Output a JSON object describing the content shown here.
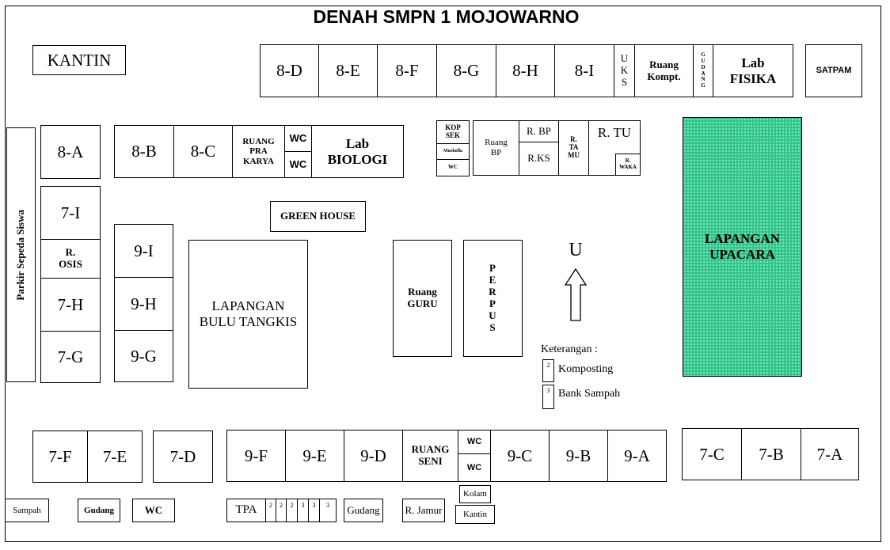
{
  "title": "DENAH SMPN 1 MOJOWARNO",
  "kantin_top": "KANTIN",
  "satpam": "SATPAM",
  "parkir": "Parkir Sepeda Siswa",
  "top_row": {
    "r8d": "8-D",
    "r8e": "8-E",
    "r8f": "8-F",
    "r8g": "8-G",
    "r8h": "8-H",
    "r8i": "8-I",
    "uks": "U\nK\nS",
    "ruang_kompt": "Ruang\nKompt.",
    "gudang": "G\nU\nD\nA\nN\nG",
    "lab_fisika": "Lab\nFISIKA"
  },
  "row2": {
    "r8a": "8-A",
    "r8b": "8-B",
    "r8c": "8-C",
    "ruang_pra_karya": "RUANG\nPRA\nKARYA",
    "wc1": "WC",
    "wc2": "WC",
    "lab_biologi": "Lab\nBIOLOGI"
  },
  "office": {
    "kopsek": "KOP\nSEK",
    "mushola": "Musholla",
    "wc": "WC",
    "ruang_bp": "Ruang\nBP",
    "r_bp": "R. BP",
    "r_ks": "R.KS",
    "r_tamu": "R.\nTA\nMU",
    "r_tu": "R. TU",
    "r_waka": "R.\nWAKA"
  },
  "left_col": {
    "r7i": "7-I",
    "r_osis": "R.\nOSIS",
    "r7h": "7-H",
    "r7g": "7-G"
  },
  "col9": {
    "r9i": "9-I",
    "r9h": "9-H",
    "r9g": "9-G"
  },
  "green_house": "GREEN HOUSE",
  "lapangan_bulu": "LAPANGAN\nBULU TANGKIS",
  "ruang_guru": "Ruang\nGURU",
  "perpus": "P\nE\nR\nP\nU\nS",
  "north": "U",
  "lapangan_upacara": "LAPANGAN\nUPACARA",
  "legend": {
    "title": "Keterangan :",
    "items": [
      {
        "num": "2",
        "label": "Komposting"
      },
      {
        "num": "3",
        "label": "Bank Sampah"
      }
    ]
  },
  "bottom_row": {
    "r7f": "7-F",
    "r7e": "7-E",
    "r7d": "7-D",
    "r9f": "9-F",
    "r9e": "9-E",
    "r9d": "9-D",
    "ruang_seni": "RUANG\nSENI",
    "wc1": "WC",
    "wc2": "WC",
    "r9c": "9-C",
    "r9b": "9-B",
    "r9a": "9-A",
    "r7c": "7-C",
    "r7b": "7-B",
    "r7a": "7-A"
  },
  "small_row": {
    "sampah": "Sampah",
    "gudang1": "Gudang",
    "wc": "WC",
    "tpa": "TPA",
    "bins": [
      "2",
      "2",
      "2",
      "3",
      "3",
      "3"
    ],
    "gudang2": "Gudang",
    "r_jamur": "R. Jamur",
    "kolam": "Kolam",
    "kantin": "Kantin"
  }
}
